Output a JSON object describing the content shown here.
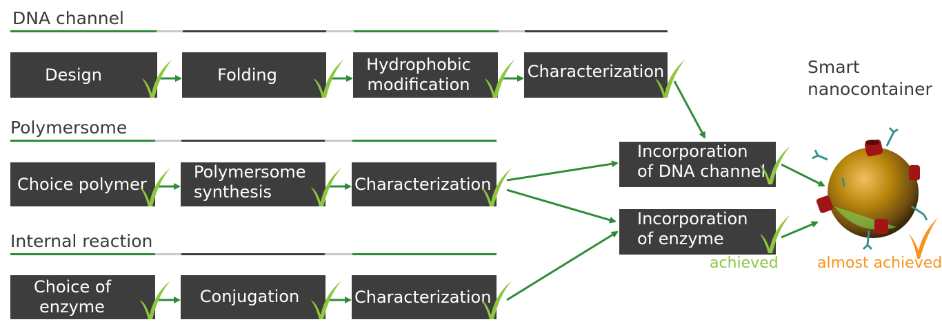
{
  "sections": {
    "dna_channel": "DNA channel",
    "polymersome": "Polymersome",
    "internal_reaction": "Internal reaction"
  },
  "steps": {
    "design": "Design",
    "folding": "Folding",
    "hydrophobic_modification": "Hydrophobic\nmodification",
    "dna_characterization": "Characterization",
    "choice_polymer": "Choice polymer",
    "polymersome_synthesis": "Polymersome\nsynthesis",
    "poly_characterization": "Characterization",
    "choice_enzyme": "Choice of\nenzyme",
    "conjugation": "Conjugation",
    "enzyme_characterization": "Characterization",
    "incorporation_dna_channel": "Incorporation\nof DNA channel",
    "incorporation_enzyme": "Incorporation\nof enzyme"
  },
  "result": {
    "label_line1": "Smart",
    "label_line2": "nanocontainer"
  },
  "legend": {
    "achieved": "achieved",
    "almost_achieved": "almost achieved"
  },
  "colors": {
    "box": "#3d3d3d",
    "arrow": "#2e8b37",
    "check_achieved": "#8dc63f",
    "check_almost": "#f7941d",
    "sphere": "#b8860b"
  },
  "icons": [
    "check-icon",
    "arrow-icon",
    "nanocontainer-icon"
  ]
}
